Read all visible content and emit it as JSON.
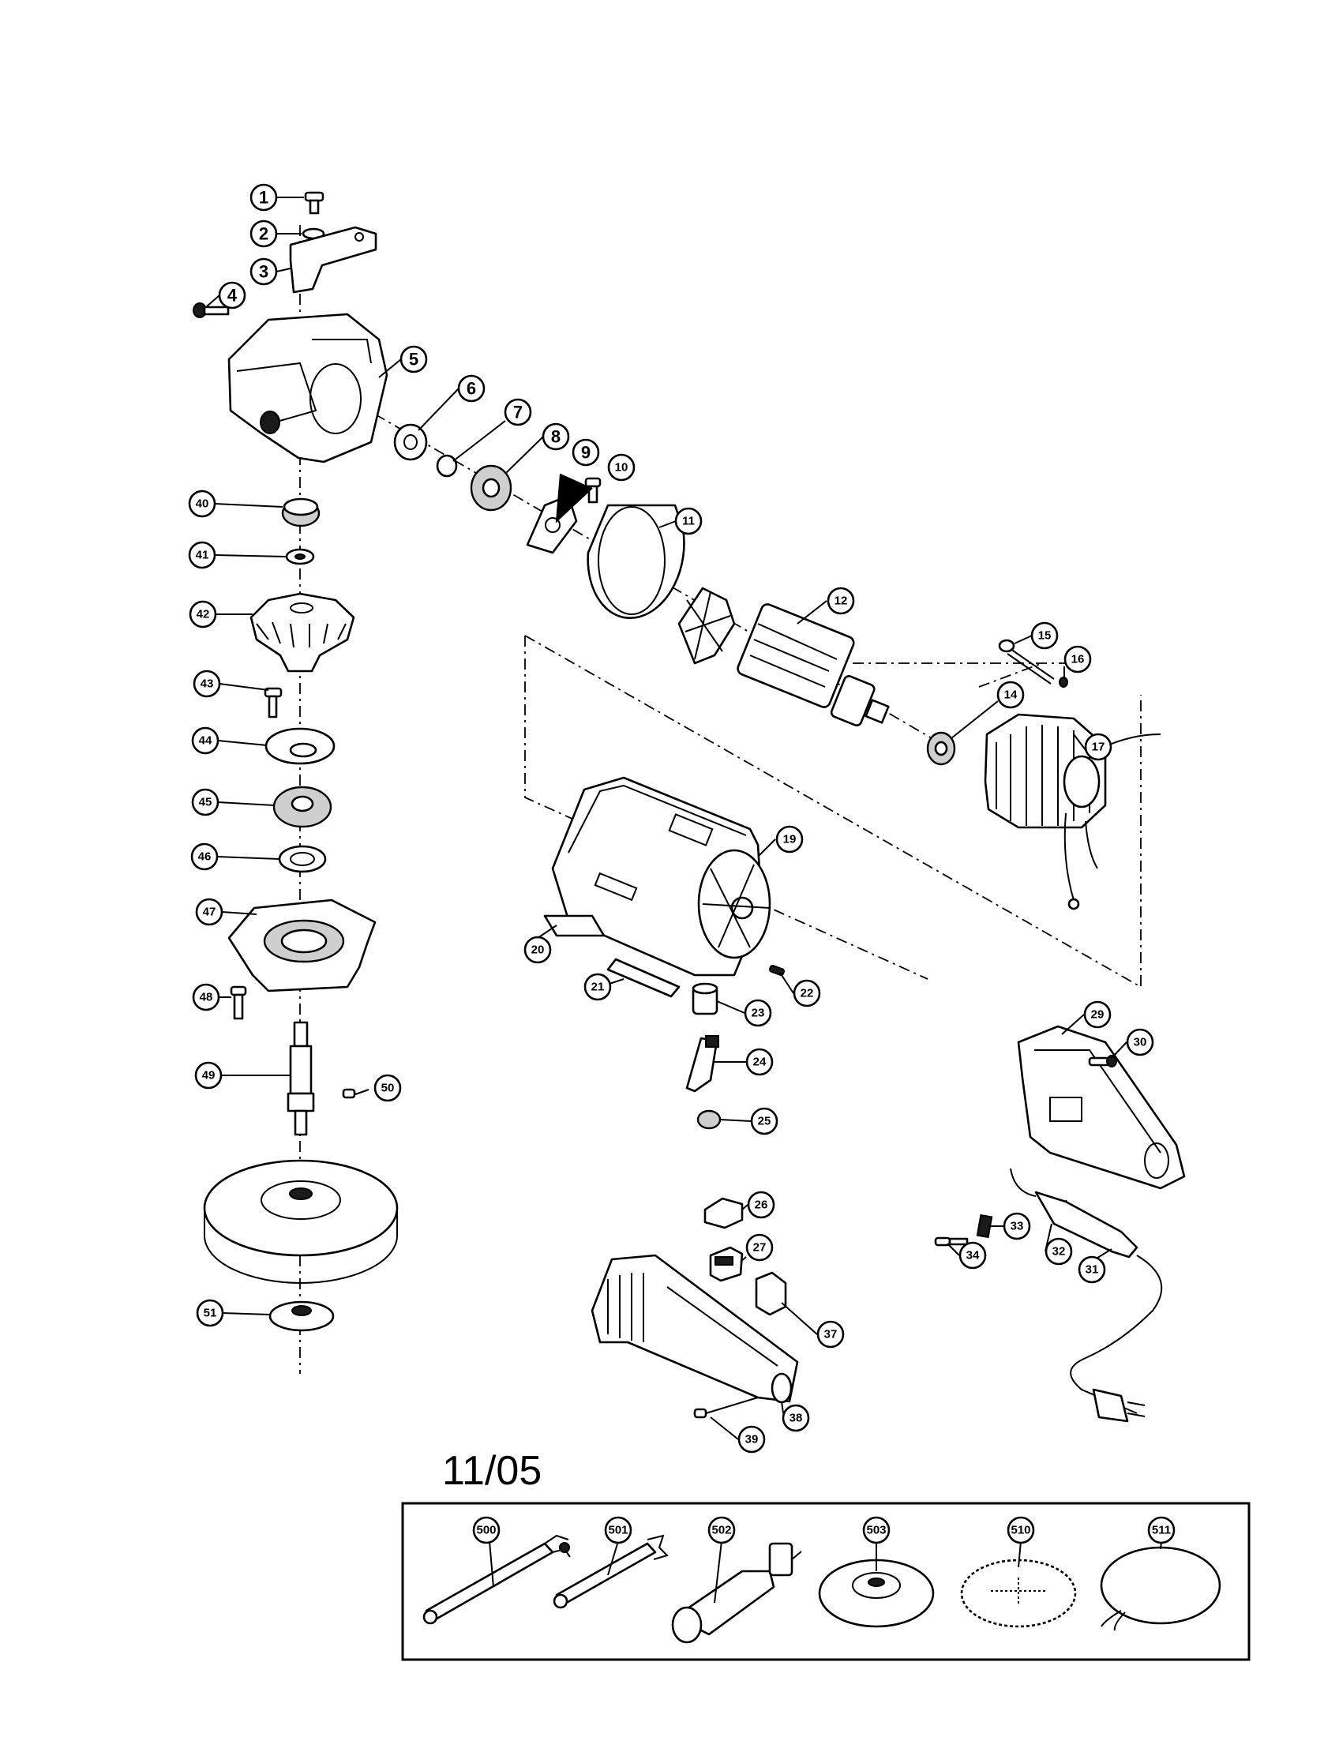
{
  "date_label": "11/05",
  "callouts": [
    "1",
    "2",
    "3",
    "4",
    "5",
    "6",
    "7",
    "8",
    "9",
    "10",
    "11",
    "12",
    "14",
    "15",
    "16",
    "17",
    "19",
    "20",
    "21",
    "22",
    "23",
    "24",
    "25",
    "26",
    "27",
    "29",
    "30",
    "31",
    "32",
    "33",
    "34",
    "37",
    "38",
    "39",
    "40",
    "41",
    "42",
    "43",
    "44",
    "45",
    "46",
    "47",
    "48",
    "49",
    "50",
    "51"
  ],
  "accessory_callouts": [
    "500",
    "501",
    "502",
    "503",
    "510",
    "511"
  ]
}
